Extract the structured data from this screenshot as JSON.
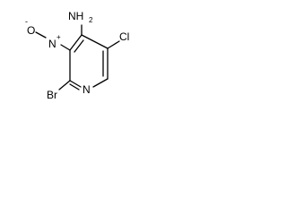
{
  "molecule": {
    "atoms": {
      "amine": "NH",
      "amine_sub": "2",
      "chlorine": "Cl",
      "nitro_n": "N",
      "nitro_n_charge": "+",
      "nitro_o": "O",
      "nitro_o_charge": "-",
      "ring_n": "N",
      "bromine": "Br"
    }
  }
}
